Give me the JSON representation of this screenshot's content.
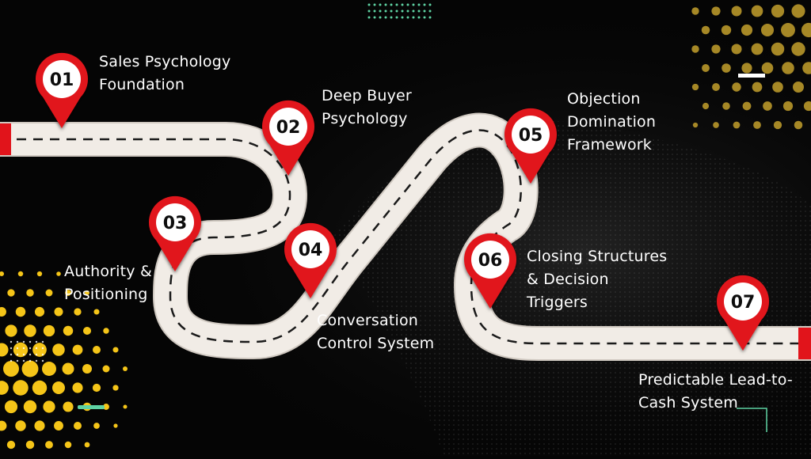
{
  "colors": {
    "background": "#050505",
    "road": "#f1ece6",
    "road_dash": "#1a1a1a",
    "pin": "#e1141b",
    "pin_inner": "#ffffff",
    "accent_yellow": "#f5c518",
    "accent_gold": "#b8972a",
    "accent_green": "#5fd3a3"
  },
  "roadmap": {
    "steps": [
      {
        "number": "01",
        "label": "Sales Psychology\nFoundation"
      },
      {
        "number": "02",
        "label": "Deep Buyer\nPsychology"
      },
      {
        "number": "03",
        "label": "Authority &\nPositioning"
      },
      {
        "number": "04",
        "label": "Conversation\nControl System"
      },
      {
        "number": "05",
        "label": "Objection\nDomination\nFramework"
      },
      {
        "number": "06",
        "label": "Closing Structures\n& Decision\nTriggers"
      },
      {
        "number": "07",
        "label": "Predictable Lead-to-\nCash System"
      }
    ]
  },
  "icons": {
    "pin": "map-pin-icon"
  }
}
